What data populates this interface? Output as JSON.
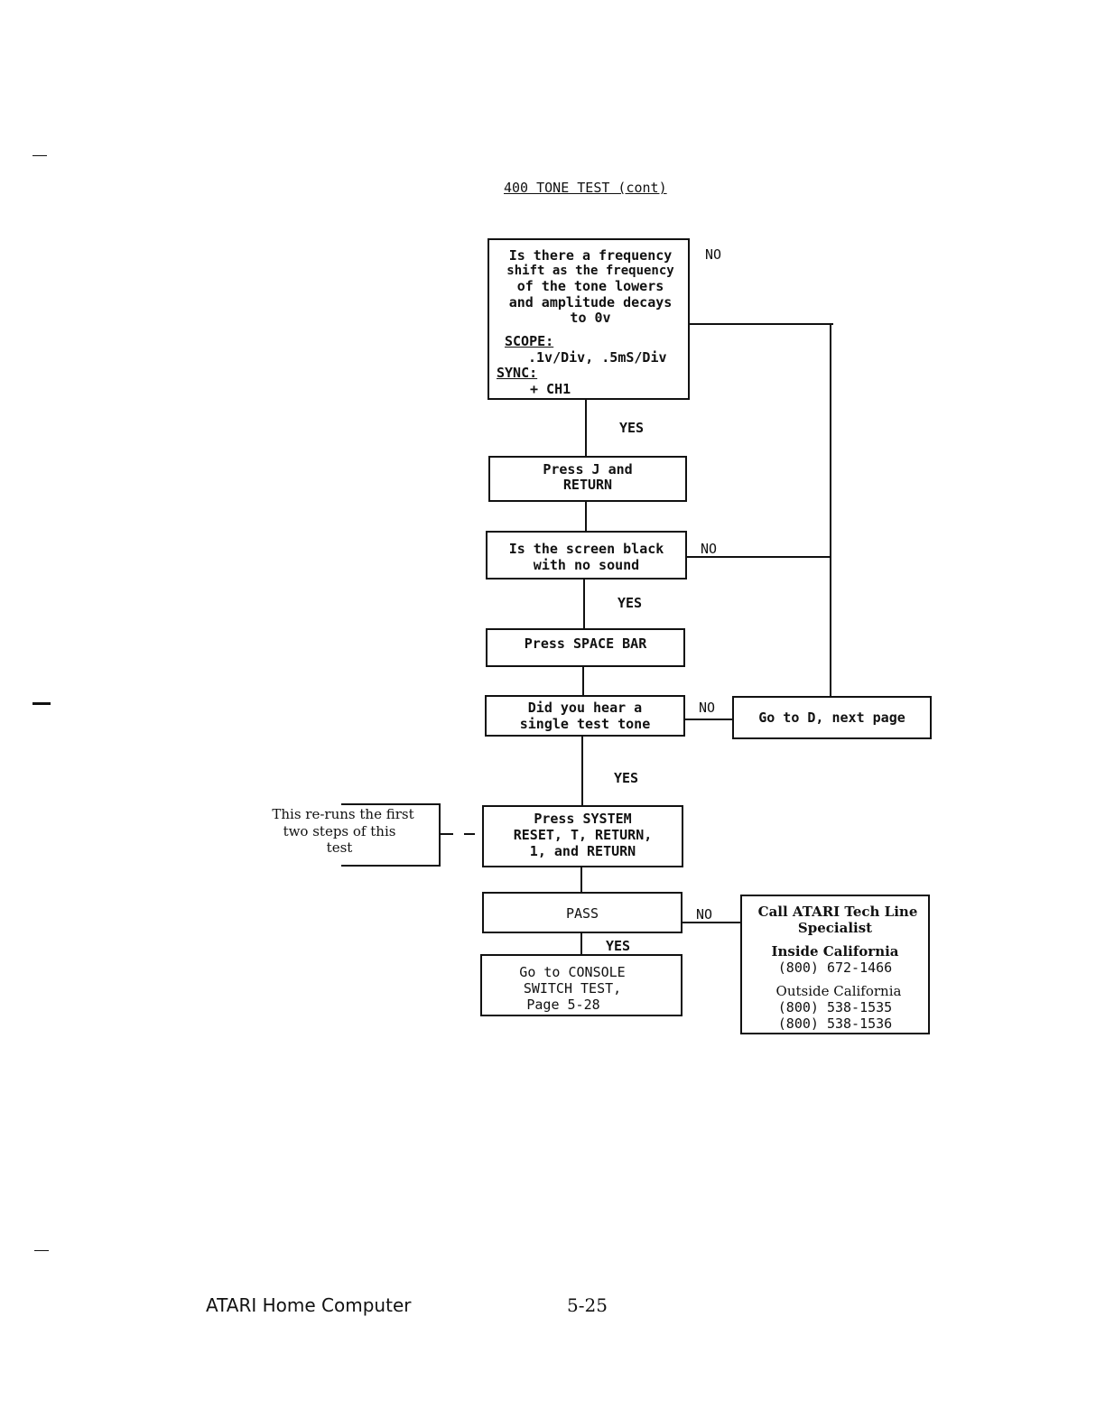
{
  "title": "400 TONE TEST (cont)",
  "nodes": {
    "q1": {
      "lines": [
        "Is there a frequency",
        "shift as the frequency",
        "of the tone lowers",
        "and amplitude decays",
        "to 0v"
      ],
      "scope_label": "SCOPE:",
      "scope_value": ".1v/Div, .5mS/Div",
      "sync_label": "SYNC:",
      "sync_value": "+ CH1"
    },
    "press_j": {
      "lines": [
        "Press J and",
        "RETURN"
      ]
    },
    "q2": {
      "lines": [
        "Is the screen black",
        "with no sound"
      ]
    },
    "press_space": {
      "lines": [
        "Press SPACE BAR"
      ]
    },
    "q3": {
      "lines": [
        "Did you hear a",
        "single test tone"
      ]
    },
    "goto_d": {
      "lines": [
        "Go to D, next page"
      ]
    },
    "press_reset": {
      "lines": [
        "Press SYSTEM",
        "RESET, T, RETURN,",
        "1, and RETURN"
      ]
    },
    "note": {
      "lines": [
        "This re-runs the first",
        "two steps of this",
        "test"
      ]
    },
    "pass": {
      "lines": [
        "PASS"
      ]
    },
    "console": {
      "lines": [
        "Go to CONSOLE",
        "SWITCH TEST,",
        "Page 5-28"
      ]
    },
    "call": {
      "lines": [
        "Call ATARI Tech Line",
        "Specialist"
      ],
      "inside_label": "Inside California",
      "inside_phone": "(800) 672-1466",
      "outside_label": "Outside California",
      "outside_phone_1": "(800) 538-1535",
      "outside_phone_2": "(800) 538-1536"
    }
  },
  "edge_labels": {
    "q1_no": "NO",
    "q1_yes": "YES",
    "q2_no": "NO",
    "q2_yes": "YES",
    "q3_no": "NO",
    "q3_yes": "YES",
    "pass_no": "NO",
    "pass_yes": "YES"
  },
  "footer": {
    "left": "ATARI Home Computer",
    "page": "5-25"
  }
}
